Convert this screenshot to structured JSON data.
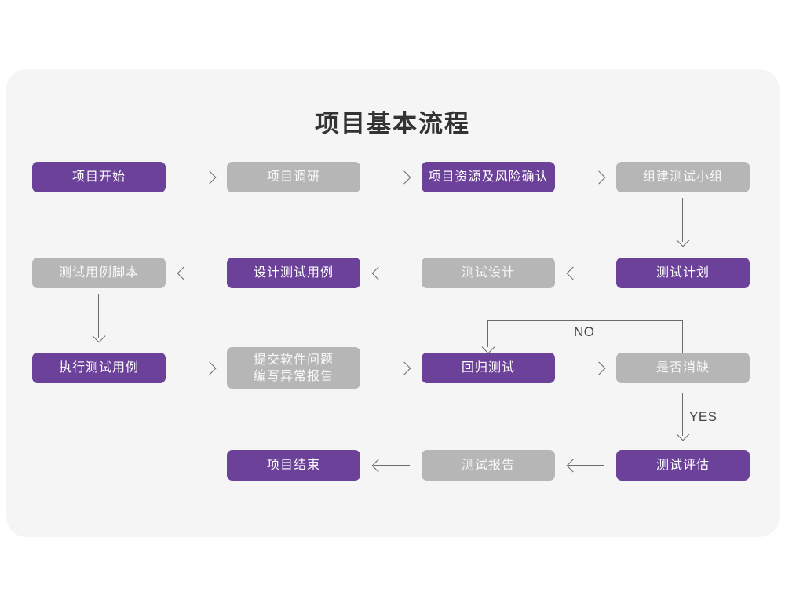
{
  "page": {
    "title": "项目基本流程",
    "background_color": "#ffffff",
    "panel_color": "#f5f5f5"
  },
  "colors": {
    "purple": "#6b4199",
    "gray": "#b5b5b5",
    "connector": "#6b6b6b",
    "title_text": "#333333",
    "node_text": "#ffffff"
  },
  "flowchart": {
    "type": "flowchart",
    "rows": [
      {
        "row": 1,
        "nodes": [
          {
            "id": "n1",
            "label": "项目开始",
            "style": "purple"
          },
          {
            "id": "n2",
            "label": "项目调研",
            "style": "gray"
          },
          {
            "id": "n3",
            "label": "项目资源及风险确认",
            "style": "purple"
          },
          {
            "id": "n4",
            "label": "组建测试小组",
            "style": "gray"
          }
        ]
      },
      {
        "row": 2,
        "nodes": [
          {
            "id": "n8",
            "label": "测试用例脚本",
            "style": "gray"
          },
          {
            "id": "n7",
            "label": "设计测试用例",
            "style": "purple"
          },
          {
            "id": "n6",
            "label": "测试设计",
            "style": "gray"
          },
          {
            "id": "n5",
            "label": "测试计划",
            "style": "purple"
          }
        ]
      },
      {
        "row": 3,
        "nodes": [
          {
            "id": "n9",
            "label": "执行测试用例",
            "style": "purple"
          },
          {
            "id": "n10",
            "label": "提交软件问题\n编写异常报告",
            "style": "gray"
          },
          {
            "id": "n11",
            "label": "回归测试",
            "style": "purple"
          },
          {
            "id": "n12",
            "label": "是否消缺",
            "style": "gray"
          }
        ]
      },
      {
        "row": 4,
        "nodes": [
          {
            "id": "n15",
            "label": "项目结束",
            "style": "purple"
          },
          {
            "id": "n14",
            "label": "测试报告",
            "style": "gray"
          },
          {
            "id": "n13",
            "label": "测试评估",
            "style": "purple"
          }
        ]
      }
    ],
    "edge_labels": {
      "no": "NO",
      "yes": "YES"
    },
    "edges": [
      {
        "from": "n1",
        "to": "n2",
        "direction": "right"
      },
      {
        "from": "n2",
        "to": "n3",
        "direction": "right"
      },
      {
        "from": "n3",
        "to": "n4",
        "direction": "right"
      },
      {
        "from": "n4",
        "to": "n5",
        "direction": "down"
      },
      {
        "from": "n5",
        "to": "n6",
        "direction": "left"
      },
      {
        "from": "n6",
        "to": "n7",
        "direction": "left"
      },
      {
        "from": "n7",
        "to": "n8",
        "direction": "left"
      },
      {
        "from": "n8",
        "to": "n9",
        "direction": "down"
      },
      {
        "from": "n9",
        "to": "n10",
        "direction": "right"
      },
      {
        "from": "n10",
        "to": "n11",
        "direction": "right"
      },
      {
        "from": "n11",
        "to": "n12",
        "direction": "right"
      },
      {
        "from": "n12",
        "to": "n11",
        "direction": "loop-up-left-down",
        "label": "NO"
      },
      {
        "from": "n12",
        "to": "n13",
        "direction": "down",
        "label": "YES"
      },
      {
        "from": "n13",
        "to": "n14",
        "direction": "left"
      },
      {
        "from": "n14",
        "to": "n15",
        "direction": "left"
      }
    ]
  }
}
